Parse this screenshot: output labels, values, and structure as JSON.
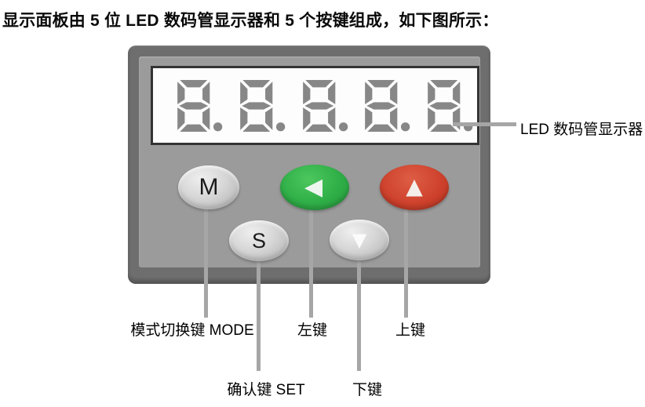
{
  "figure": {
    "caption": "显示面板由 5 位 LED 数码管显示器和 5 个按键组成，如下图所示：",
    "display": {
      "value": "8.8.8.8.8.",
      "digit_count": 5,
      "state": "all-segments-lit"
    },
    "buttons": {
      "mode": {
        "label": "M"
      },
      "set": {
        "label": "S"
      },
      "left": {
        "glyph": "◀"
      },
      "up": {
        "glyph": "▲"
      },
      "down": {
        "glyph": "▼"
      }
    },
    "callouts": {
      "led": "LED 数码管显示器",
      "mode": "模式切换键 MODE",
      "left": "左键",
      "up": "上键",
      "set": "确认键 SET",
      "down": "下键"
    },
    "colors": {
      "panel_frame": "#6e6e6e",
      "panel_face": "#9b9b9b",
      "display_background": "#fdfdfd",
      "display_border": "#333333",
      "segment": "#878787",
      "leader_line": "#a6a6a6",
      "button_silver": "#c9c9c9",
      "button_green": "#2fae47",
      "button_red": "#cd402b"
    }
  }
}
